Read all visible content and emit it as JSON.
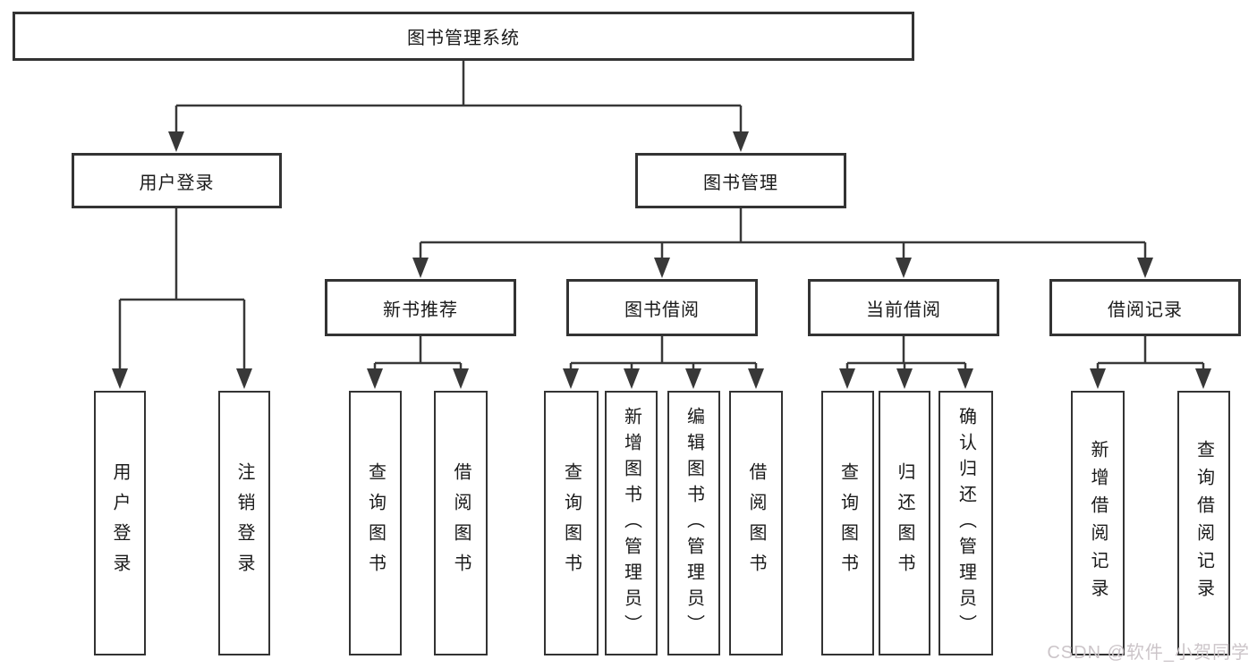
{
  "tree": {
    "root": {
      "label": "图书管理系统"
    },
    "children": [
      {
        "label": "用户登录",
        "children": [
          {
            "label": "用户登录"
          },
          {
            "label": "注销登录"
          }
        ]
      },
      {
        "label": "图书管理",
        "children": [
          {
            "label": "新书推荐",
            "children": [
              {
                "label": "查询图书"
              },
              {
                "label": "借阅图书"
              }
            ]
          },
          {
            "label": "图书借阅",
            "children": [
              {
                "label": "查询图书"
              },
              {
                "label": "新增图书（管理员）"
              },
              {
                "label": "编辑图书（管理员）"
              },
              {
                "label": "借阅图书"
              }
            ]
          },
          {
            "label": "当前借阅",
            "children": [
              {
                "label": "查询图书"
              },
              {
                "label": "归还图书"
              },
              {
                "label": "确认归还（管理员）"
              }
            ]
          },
          {
            "label": "借阅记录",
            "children": [
              {
                "label": "新增借阅记录"
              },
              {
                "label": "查询借阅记录"
              }
            ]
          }
        ]
      }
    ]
  },
  "watermark": {
    "text": "CSDN @软件_小贺同学"
  },
  "colors": {
    "line": "#383838",
    "border": "#333333",
    "text": "#1a1a1a",
    "watermark": "#ccc5c9",
    "background": "#ffffff"
  }
}
